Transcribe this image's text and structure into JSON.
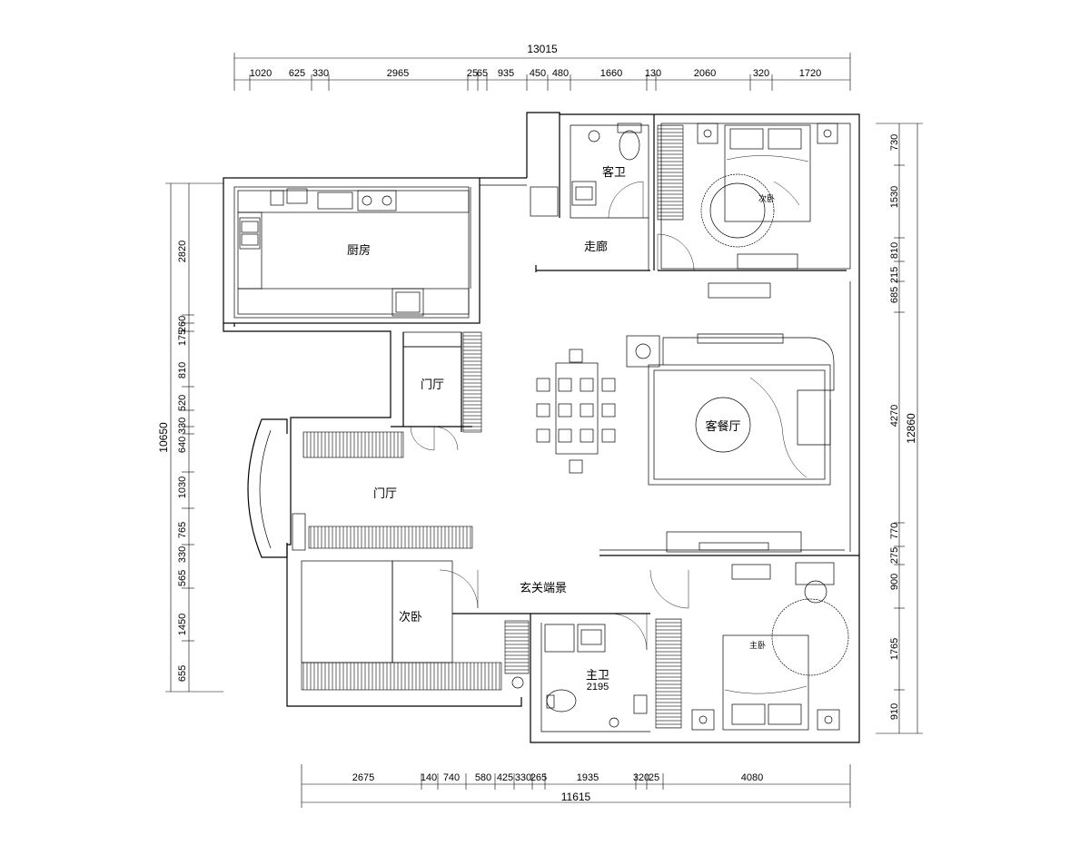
{
  "dimensions": {
    "top_total": "13015",
    "top_segments": [
      "1020",
      "625",
      "330",
      "2965",
      "25",
      "65",
      "935",
      "450",
      "480",
      "1660",
      "130",
      "2060",
      "320",
      "1720"
    ],
    "bottom_total": "11615",
    "bottom_segments": [
      "2675",
      "140",
      "740",
      "580",
      "425",
      "330",
      "265",
      "1935",
      "320",
      "25",
      "4080"
    ],
    "left_total": "10650",
    "left_segments": [
      "2820",
      "175",
      "260",
      "810",
      "520",
      "330",
      "640",
      "1030",
      "765",
      "330",
      "565",
      "1450",
      "655"
    ],
    "right_total": "12860",
    "right_segments": [
      "730",
      "1530",
      "810",
      "215",
      "685",
      "4270",
      "770",
      "275",
      "900",
      "1765",
      "910"
    ]
  },
  "rooms": {
    "kitchen": "厨房",
    "guest_bath": "客卫",
    "corridor": "走廊",
    "second_bedroom_top": "次卧",
    "foyer_upper": "门厅",
    "foyer_lower": "门厅",
    "living_dining": "客餐厅",
    "entrance_view": "玄关端景",
    "second_bedroom_bottom": "次卧",
    "master_bath": "主卫",
    "master_bath_dim": "2195",
    "master_bedroom": "主卧"
  }
}
